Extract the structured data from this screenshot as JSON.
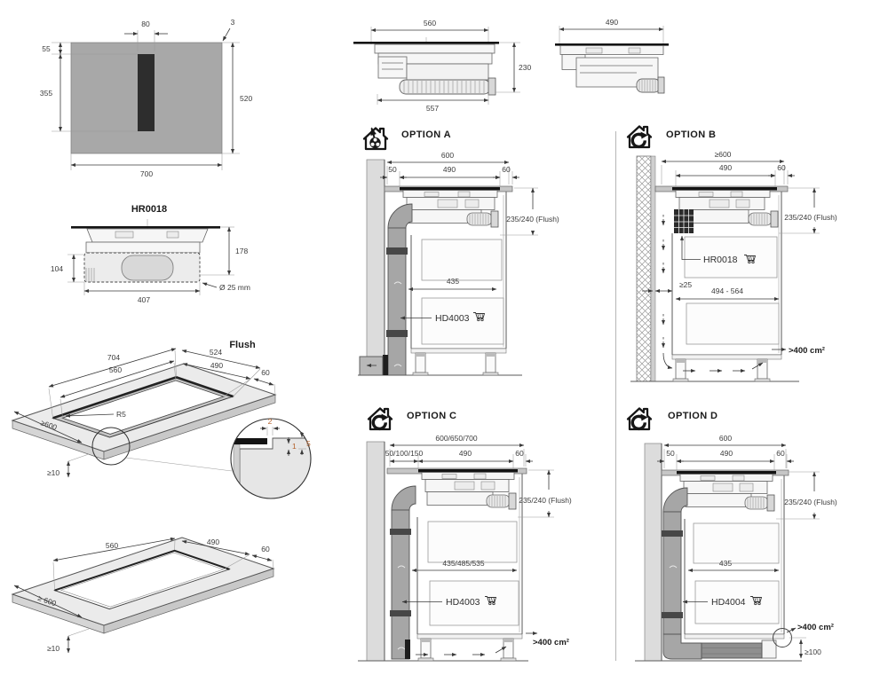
{
  "palette": {
    "line": "#555555",
    "dim_text": "#3c3c3c",
    "panel_gray": "#a8a8a8",
    "slot_dark": "#2d2d2d",
    "duct_gray": "#a6a6a6",
    "wall_gray": "#dcdcdc",
    "worktop_gray": "#c6c6c6",
    "detail_dim_color": "#b4622d"
  },
  "cutout_diagram": {
    "slot_width": "80",
    "corner_radius": "3",
    "top_offset": "55",
    "slot_height": "355",
    "panel_height": "520",
    "panel_width": "700"
  },
  "unit_side": {
    "title": "HR0018",
    "total_height": "178",
    "box_height": "104",
    "box_width": "407",
    "hose_note": "Ø 25 mm"
  },
  "flush_iso": {
    "title": "Flush",
    "outer_length": "704",
    "inner_length": "560",
    "outer_width": "524",
    "inner_width": "490",
    "edge_margin": "60",
    "corner_radius": "R5",
    "counter_depth": "≥600",
    "thickness": "≥10",
    "detail": {
      "gap": "2",
      "clearance": "1",
      "rebate_depth": "5"
    }
  },
  "overlay_iso": {
    "length": "560",
    "width": "490",
    "edge_margin": "60",
    "counter_depth": "≥ 600",
    "thickness": "≥10"
  },
  "profile_long": {
    "width_top": "560",
    "height": "230",
    "width_bottom": "557"
  },
  "profile_short": {
    "width_top": "490"
  },
  "option_a": {
    "label": "OPTION A",
    "cabinet_width": "600",
    "gap_left": "50",
    "cutout_width": "490",
    "margin_right": "60",
    "install_height": "235/240 (Flush)",
    "clearance_width": "435",
    "accessory": "HD4003"
  },
  "option_b": {
    "label": "OPTION B",
    "cabinet_width": "≥600",
    "cutout_width": "490",
    "margin_right": "60",
    "install_height": "235/240 (Flush)",
    "accessory": "HR0018",
    "wall_gap": "≥25",
    "clearance_width": "494 - 564",
    "vent_area": ">400 cm²"
  },
  "option_c": {
    "label": "OPTION C",
    "cabinet_width": "600/650/700",
    "gap_left": "50/100/150",
    "cutout_width": "490",
    "margin_right": "60",
    "install_height": "235/240 (Flush)",
    "clearance_width": "435/485/535",
    "accessory": "HD4003",
    "vent_area": ">400 cm²"
  },
  "option_d": {
    "label": "OPTION D",
    "cabinet_width": "600",
    "gap_left": "50",
    "cutout_width": "490",
    "margin_right": "60",
    "install_height": "235/240 (Flush)",
    "clearance_width": "435",
    "accessory": "HD4004",
    "vent_area": ">400 cm²",
    "plinth_height": "≥100"
  }
}
